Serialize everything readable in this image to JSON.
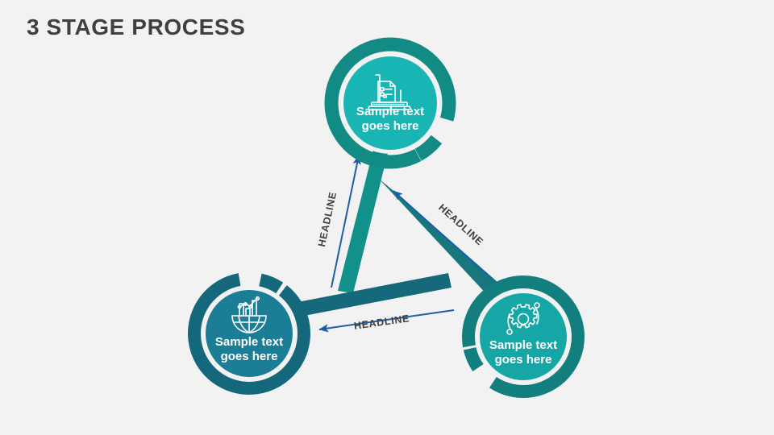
{
  "slide": {
    "title": "3 STAGE PROCESS",
    "background_color": "#f2f2f2",
    "title_color": "#3f3f3f"
  },
  "palette": {
    "top_ring": "#128b85",
    "top_fill": "#19b5b5",
    "left_ring": "#15677b",
    "left_fill": "#1b7d96",
    "right_ring": "#137e7e",
    "right_fill": "#17a6a6",
    "band_top_left": "#12918a",
    "band_right": "#18767d",
    "band_bottom": "#16697b",
    "arrow_blue": "#1a5fa8",
    "label_text": "#ffffff"
  },
  "nodes": [
    {
      "id": "stage-top",
      "icon": "laptop-document-icon",
      "line1": "Sample text",
      "line2": "goes here"
    },
    {
      "id": "stage-left",
      "icon": "globe-chart-icon",
      "line1": "Sample text",
      "line2": "goes here"
    },
    {
      "id": "stage-right",
      "icon": "gear-orbit-icon",
      "line1": "Sample text",
      "line2": "goes here"
    }
  ],
  "connectors": [
    {
      "id": "connector-left",
      "label": "HEADLINE",
      "from": "stage-left",
      "to": "stage-top",
      "direction": "up"
    },
    {
      "id": "connector-right",
      "label": "HEADLINE",
      "from": "stage-right",
      "to": "stage-top",
      "direction": "up-left"
    },
    {
      "id": "connector-bottom",
      "label": "HEADLINE",
      "from": "stage-right",
      "to": "stage-left",
      "direction": "left"
    }
  ]
}
